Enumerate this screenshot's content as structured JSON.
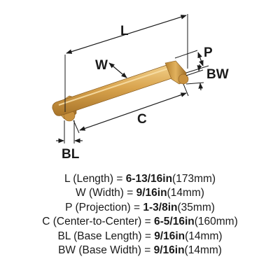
{
  "diagram": {
    "labels": {
      "L": "L",
      "W": "W",
      "P": "P",
      "BW": "BW",
      "C": "C",
      "BL": "BL"
    },
    "colors": {
      "brass": "#d7a24b",
      "brass_dark": "#a6742a",
      "brass_light": "#f0cc84",
      "line": "#1a1a1a"
    }
  },
  "specs": [
    {
      "name": "L (Length) = ",
      "value": "6-13/16in",
      "metric": "(173mm)"
    },
    {
      "name": "W (Width) = ",
      "value": "9/16in",
      "metric": "(14mm)"
    },
    {
      "name": "P (Projection) = ",
      "value": "1-3/8in",
      "metric": "(35mm)"
    },
    {
      "name": "C (Center-to-Center) = ",
      "value": "6-5/16in",
      "metric": "(160mm)"
    },
    {
      "name": "BL (Base Length) = ",
      "value": "9/16in",
      "metric": "(14mm)"
    },
    {
      "name": "BW (Base Width) = ",
      "value": "9/16in",
      "metric": "(14mm)"
    }
  ]
}
